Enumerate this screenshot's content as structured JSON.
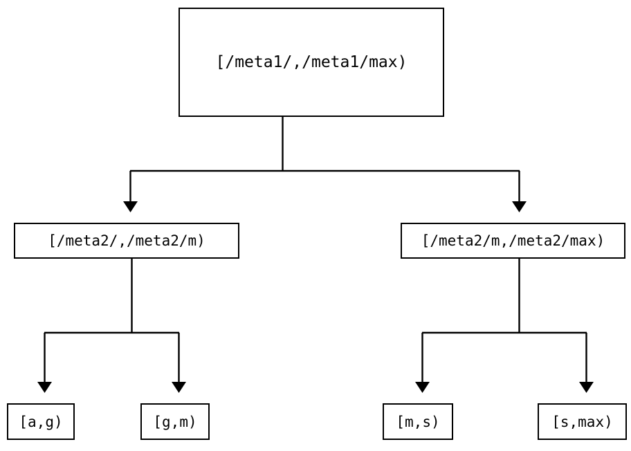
{
  "diagram": {
    "type": "tree",
    "title": "",
    "orientation": "top-down",
    "colors": {
      "stroke": "#000000",
      "fill": "#ffffff",
      "text": "#000000"
    },
    "nodes": {
      "root": {
        "label": "[/meta1/,/meta1/max)",
        "level": 0
      },
      "mid_left": {
        "label": "[/meta2/,/meta2/m)",
        "level": 1
      },
      "mid_right": {
        "label": "[/meta2/m,/meta2/max)",
        "level": 1
      },
      "leaf_ag": {
        "label": "[a,g)",
        "level": 2
      },
      "leaf_gm": {
        "label": "[g,m)",
        "level": 2
      },
      "leaf_ms": {
        "label": "[m,s)",
        "level": 2
      },
      "leaf_smax": {
        "label": "[s,max)",
        "level": 2
      }
    },
    "edges": [
      {
        "from": "root",
        "to": "mid_left",
        "arrow": "filled-triangle"
      },
      {
        "from": "root",
        "to": "mid_right",
        "arrow": "filled-triangle"
      },
      {
        "from": "mid_left",
        "to": "leaf_ag",
        "arrow": "filled-triangle"
      },
      {
        "from": "mid_left",
        "to": "leaf_gm",
        "arrow": "filled-triangle"
      },
      {
        "from": "mid_right",
        "to": "leaf_ms",
        "arrow": "filled-triangle"
      },
      {
        "from": "mid_right",
        "to": "leaf_smax",
        "arrow": "filled-triangle"
      }
    ]
  }
}
